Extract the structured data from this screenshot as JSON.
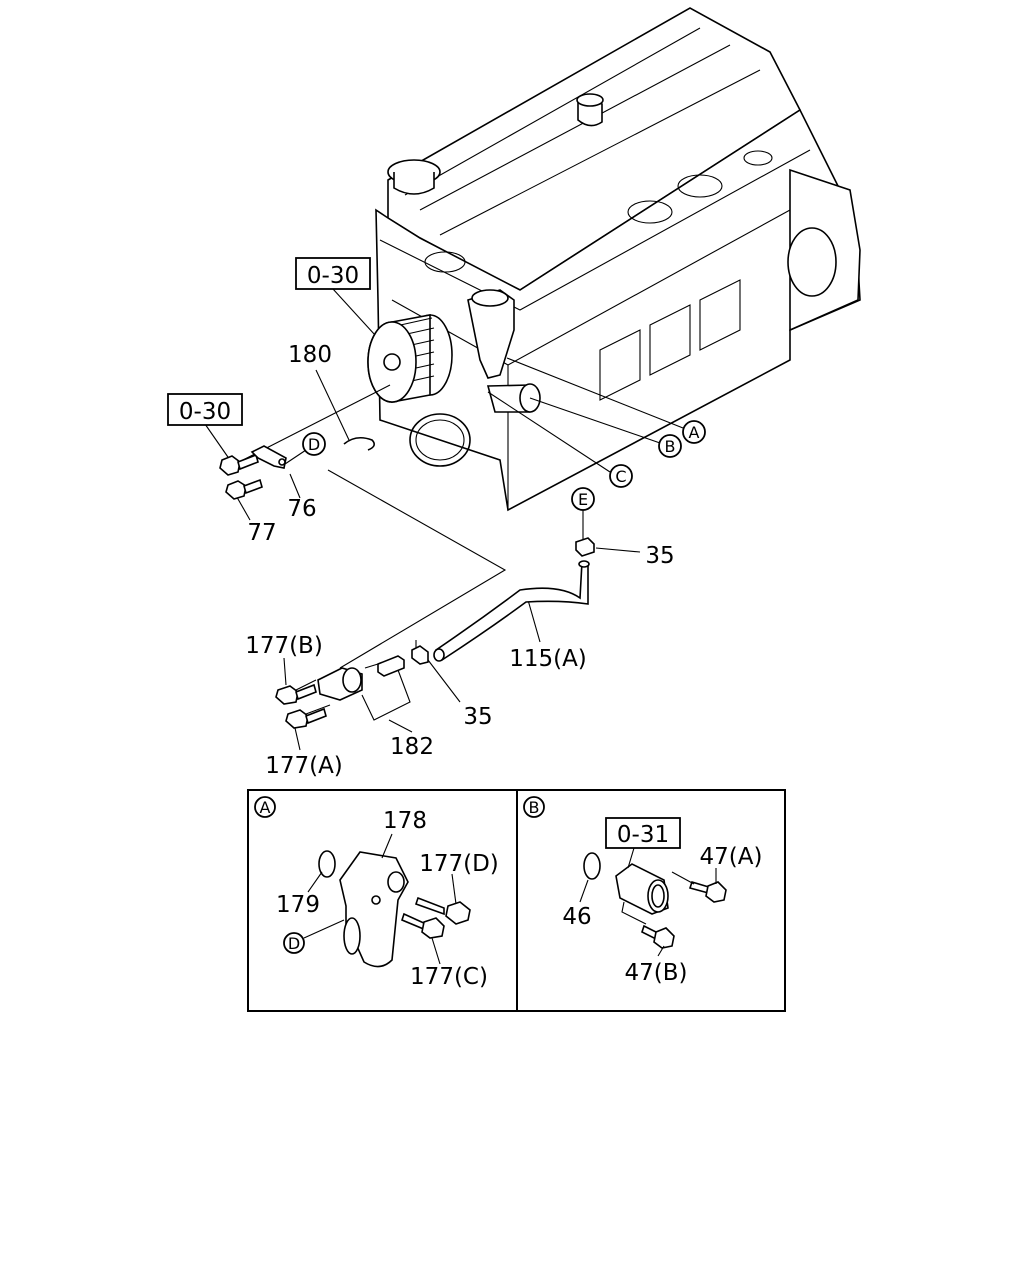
{
  "callouts": {
    "ref_engine": "0-30",
    "ref_bolt": "0-30",
    "p180": "180",
    "p76": "76",
    "p77": "77",
    "p35_top": "35",
    "p115a": "115(A)",
    "p177b": "177(B)",
    "p177a": "177(A)",
    "p182": "182",
    "p35_bottom": "35"
  },
  "markers": {
    "A": "A",
    "B": "B",
    "C": "C",
    "D": "D",
    "E": "E"
  },
  "detail_a": {
    "marker": "A",
    "p178": "178",
    "p179": "179",
    "p177d": "177(D)",
    "p177c": "177(C)",
    "marker_d": "D"
  },
  "detail_b": {
    "marker": "B",
    "ref": "0-31",
    "p46": "46",
    "p47a": "47(A)",
    "p47b": "47(B)"
  }
}
